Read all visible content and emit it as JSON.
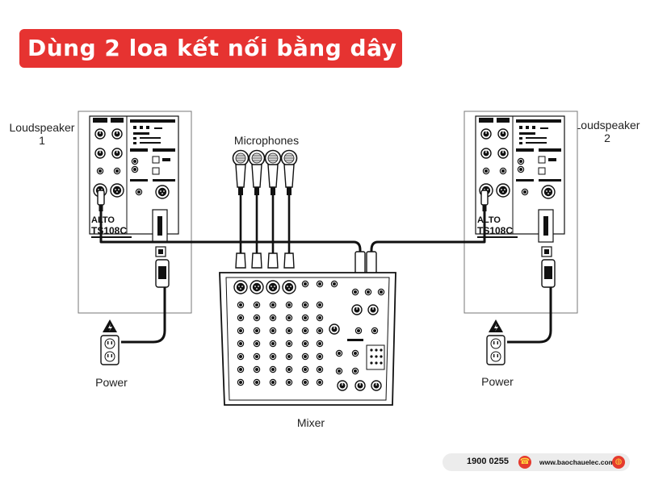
{
  "title": "Dùng 2 loa kết nối bằng dây",
  "labels": {
    "speaker1_line1": "Loudspeaker",
    "speaker1_line2": "1",
    "speaker2_line1": "Loudspeaker",
    "speaker2_line2": "2",
    "microphones": "Microphones",
    "mixer": "Mixer",
    "power_left": "Power",
    "power_right": "Power"
  },
  "speaker_panel": {
    "brand": "ALTO",
    "model": "TS108C"
  },
  "footer": {
    "phone": "1900 0255",
    "website": "www.baochauelec.com",
    "phone_icon": "phone-icon",
    "web_icon": "globe-icon"
  }
}
